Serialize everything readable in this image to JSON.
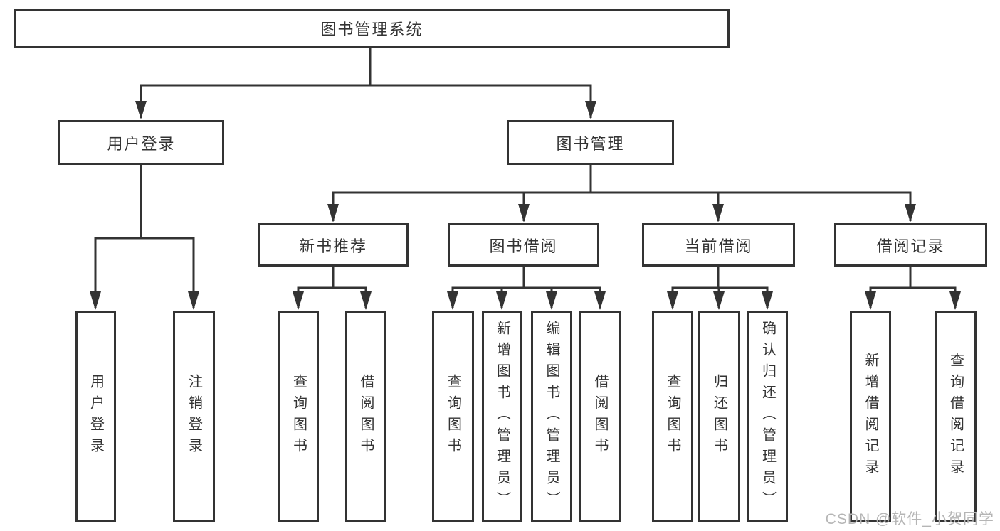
{
  "tree": {
    "label": "图书管理系统",
    "children": [
      {
        "label": "用户登录",
        "children": [
          {
            "label": "用户登录"
          },
          {
            "label": "注销登录"
          }
        ]
      },
      {
        "label": "图书管理",
        "children": [
          {
            "label": "新书推荐",
            "children": [
              {
                "label": "查询图书"
              },
              {
                "label": "借阅图书"
              }
            ]
          },
          {
            "label": "图书借阅",
            "children": [
              {
                "label": "查询图书"
              },
              {
                "label": "新增图书（管理员）"
              },
              {
                "label": "编辑图书（管理员）"
              },
              {
                "label": "借阅图书"
              }
            ]
          },
          {
            "label": "当前借阅",
            "children": [
              {
                "label": "查询图书"
              },
              {
                "label": "归还图书"
              },
              {
                "label": "确认归还（管理员）"
              }
            ]
          },
          {
            "label": "借阅记录",
            "children": [
              {
                "label": "新增借阅记录"
              },
              {
                "label": "查询借阅记录"
              }
            ]
          }
        ]
      }
    ]
  },
  "watermark": {
    "text": "CSDN @软件_小贺同学"
  },
  "colors": {
    "line": "#333333",
    "box_border": "#333333",
    "text": "#333333",
    "watermark_text": "#b5b5b5",
    "background": "#ffffff"
  }
}
